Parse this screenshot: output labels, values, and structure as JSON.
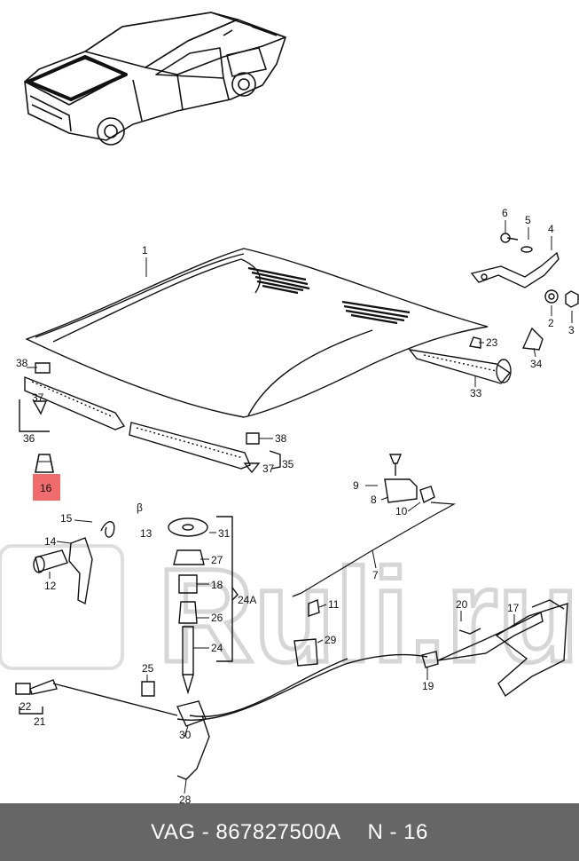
{
  "footer": {
    "code": "VAG - 867827500A",
    "page": "N - 16"
  },
  "watermark": "Ruli.ru",
  "highlight_color": "#f06b6b",
  "callouts": [
    {
      "id": "1",
      "text": "1"
    },
    {
      "id": "2",
      "text": "2"
    },
    {
      "id": "3",
      "text": "3"
    },
    {
      "id": "4",
      "text": "4"
    },
    {
      "id": "5",
      "text": "5"
    },
    {
      "id": "6",
      "text": "6"
    },
    {
      "id": "7",
      "text": "7"
    },
    {
      "id": "8",
      "text": "8"
    },
    {
      "id": "9",
      "text": "9"
    },
    {
      "id": "10",
      "text": "10"
    },
    {
      "id": "11",
      "text": "11"
    },
    {
      "id": "12",
      "text": "12"
    },
    {
      "id": "13",
      "text": "13"
    },
    {
      "id": "14",
      "text": "14"
    },
    {
      "id": "15",
      "text": "15"
    },
    {
      "id": "16",
      "text": "16"
    },
    {
      "id": "17",
      "text": "17"
    },
    {
      "id": "18",
      "text": "18"
    },
    {
      "id": "19",
      "text": "19"
    },
    {
      "id": "20",
      "text": "20"
    },
    {
      "id": "21",
      "text": "21"
    },
    {
      "id": "22",
      "text": "22"
    },
    {
      "id": "23",
      "text": "23"
    },
    {
      "id": "24",
      "text": "24"
    },
    {
      "id": "24a",
      "text": "24A"
    },
    {
      "id": "25",
      "text": "25"
    },
    {
      "id": "26",
      "text": "26"
    },
    {
      "id": "27",
      "text": "27"
    },
    {
      "id": "28",
      "text": "28"
    },
    {
      "id": "29",
      "text": "29"
    },
    {
      "id": "30",
      "text": "30"
    },
    {
      "id": "31",
      "text": "31"
    },
    {
      "id": "33",
      "text": "33"
    },
    {
      "id": "34",
      "text": "34"
    },
    {
      "id": "35",
      "text": "35"
    },
    {
      "id": "36",
      "text": "36"
    },
    {
      "id": "37a",
      "text": "37"
    },
    {
      "id": "37b",
      "text": "37"
    },
    {
      "id": "38a",
      "text": "38"
    },
    {
      "id": "38b",
      "text": "38"
    },
    {
      "id": "beta",
      "text": "β"
    }
  ]
}
